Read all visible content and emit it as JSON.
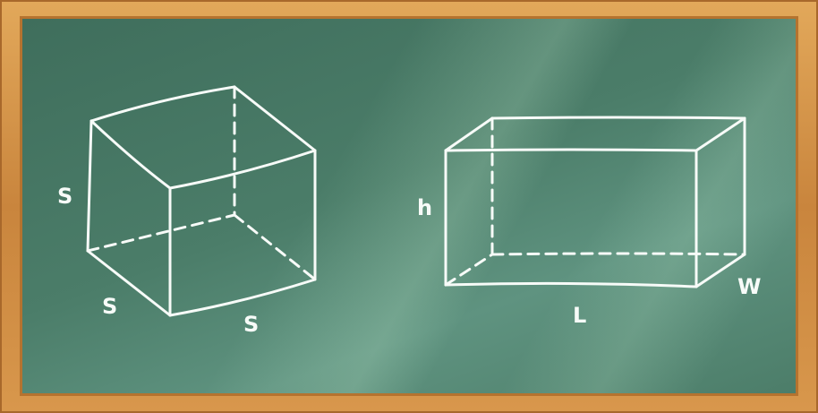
{
  "cube": {
    "label_height": "S",
    "label_depth": "S",
    "label_width": "S"
  },
  "prism": {
    "label_height": "h",
    "label_length": "L",
    "label_width": "W"
  }
}
